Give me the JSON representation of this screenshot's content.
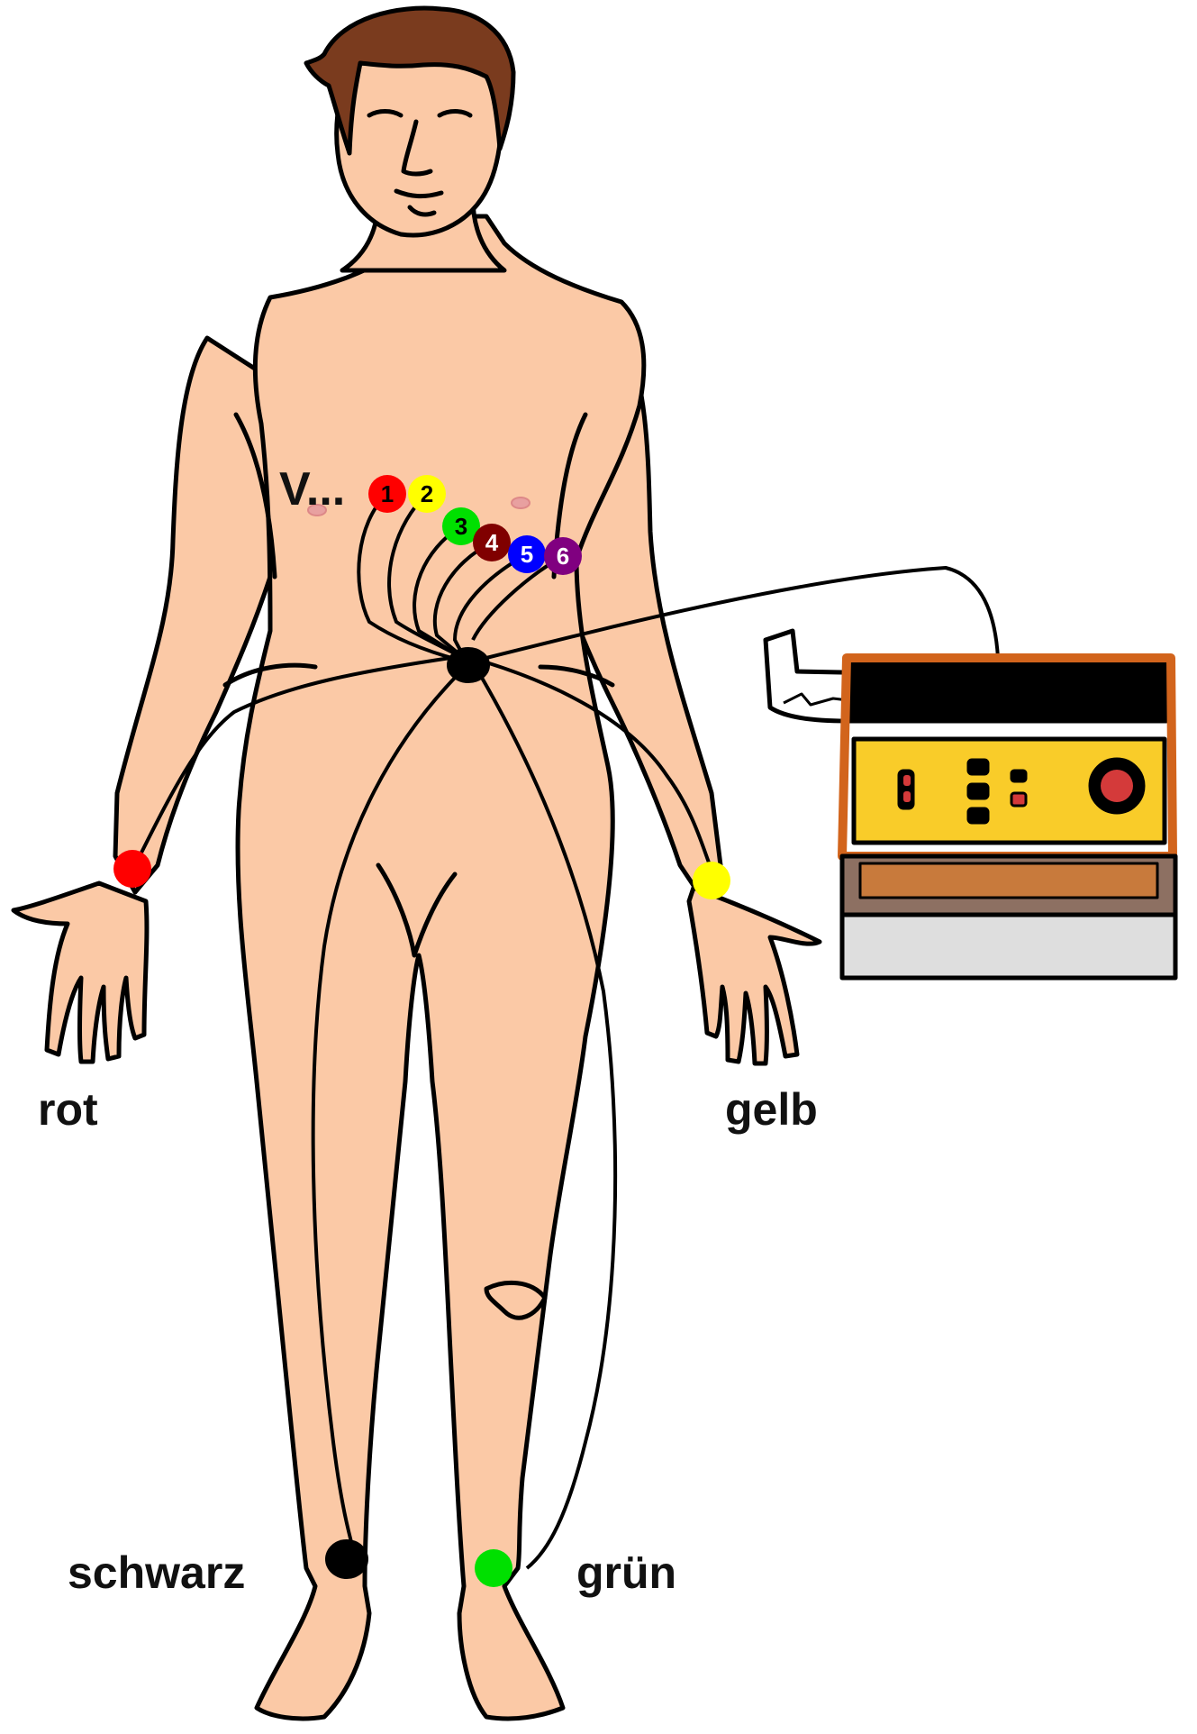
{
  "colors": {
    "skin": "#fbc9a6",
    "hair": "#7a3b1e",
    "outline": "#000000",
    "nipple": "#e8a0a0",
    "device_orange": "#d2641c",
    "device_yellow": "#f9cc29",
    "device_brown": "#8d7062",
    "device_panel": "#c87a3c",
    "device_base": "#dedede",
    "knob": "#d43a3a"
  },
  "chest_lead_prefix": "V...",
  "chest_electrodes": [
    {
      "label": "1",
      "color": "#ff0000",
      "text_color": "#000000"
    },
    {
      "label": "2",
      "color": "#ffff00",
      "text_color": "#000000"
    },
    {
      "label": "3",
      "color": "#00e000",
      "text_color": "#000000"
    },
    {
      "label": "4",
      "color": "#800000",
      "text_color": "#ffffff"
    },
    {
      "label": "5",
      "color": "#0000ff",
      "text_color": "#ffffff"
    },
    {
      "label": "6",
      "color": "#800080",
      "text_color": "#ffffff"
    }
  ],
  "limb_electrodes": [
    {
      "label": "rot",
      "color": "#ff0000"
    },
    {
      "label": "gelb",
      "color": "#ffff00"
    },
    {
      "label": "schwarz",
      "color": "#000000"
    },
    {
      "label": "grün",
      "color": "#00e000"
    }
  ],
  "device": {
    "icon": "ecg-recorder-icon"
  }
}
